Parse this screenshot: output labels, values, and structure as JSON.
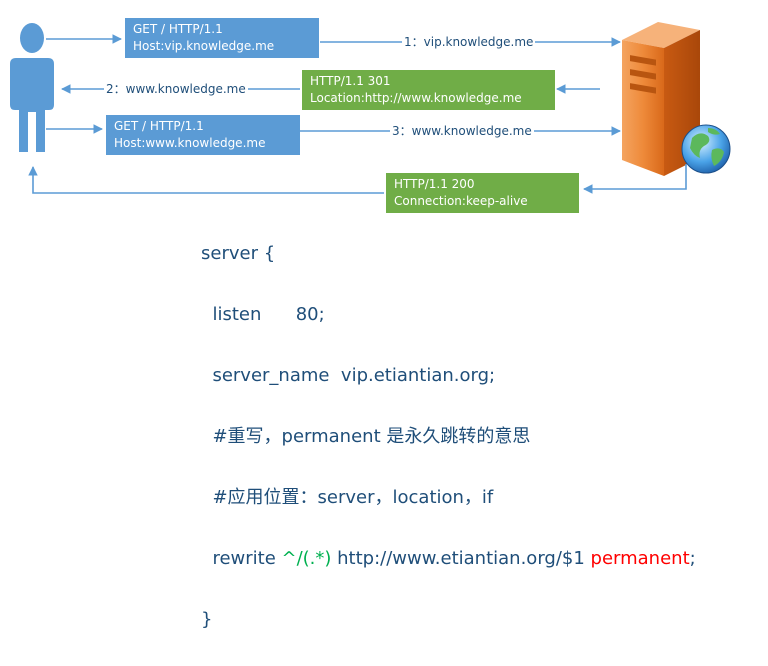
{
  "messages": {
    "req1": {
      "line1": "GET / HTTP/1.1",
      "line2": "Host:vip.knowledge.me"
    },
    "resp301": {
      "line1": "HTTP/1.1 301",
      "line2": "Location:http://www.knowledge.me"
    },
    "req2": {
      "line1": "GET / HTTP/1.1",
      "line2": "Host:www.knowledge.me"
    },
    "resp200": {
      "line1": "HTTP/1.1 200",
      "line2": "Connection:keep-alive"
    }
  },
  "arrow_labels": {
    "a1": "1：vip.knowledge.me",
    "a2": "2：www.knowledge.me",
    "a3": "3：www.knowledge.me"
  },
  "icons": {
    "client": "person-icon",
    "server": "server-tower-icon",
    "globe": "globe-icon"
  },
  "colors": {
    "blue_box": "#5b9bd5",
    "green_box": "#70ad47",
    "arrow": "#5b9bd5",
    "code_text": "#1f4e79",
    "regex": "#00b050",
    "keyword": "#ff0000",
    "server_orange": "#ed7d31"
  },
  "code": {
    "l1": "server {",
    "l2": "  listen      80;",
    "l3": "  server_name  vip.etiantian.org;",
    "l4": "  #重写，permanent 是永久跳转的意思",
    "l5": "  #应用位置：server，location，if",
    "l6_pre": "  rewrite ",
    "l6_regex": "^/(.*)",
    "l6_url": " http://www.etiantian.org/$1 ",
    "l6_flag": "permanent",
    "l6_end": ";",
    "l7": "}"
  }
}
